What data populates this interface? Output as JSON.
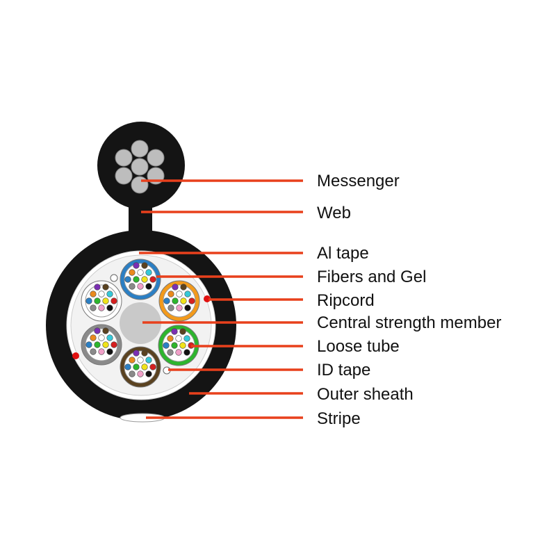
{
  "labels": {
    "messenger": "Messenger",
    "web": "Web",
    "al_tape": "Al tape",
    "fibers_gel": "Fibers and Gel",
    "ripcord": "Ripcord",
    "central_member": "Central strength member",
    "loose_tube": "Loose tube",
    "id_tape": "ID tape",
    "outer_sheath": "Outer sheath",
    "stripe": "Stripe"
  },
  "colors": {
    "leader_line": "#e8401c",
    "sheath": "#141414",
    "tube_colors": [
      "#2b7fc4",
      "#f39a1b",
      "#2db52d",
      "#5a4220",
      "#8a8a8a",
      "#ffffff"
    ],
    "fiber_colors": [
      "#7b2fb3",
      "#5a4220",
      "#e98a1e",
      "#ffffff",
      "#36c8d8",
      "#2b7fc4",
      "#2db52d",
      "#f0e31a",
      "#d62020",
      "#8a8a8a",
      "#f0a0c8",
      "#111111"
    ]
  },
  "icons": {
    "ripcord_marker": "red-dot"
  }
}
